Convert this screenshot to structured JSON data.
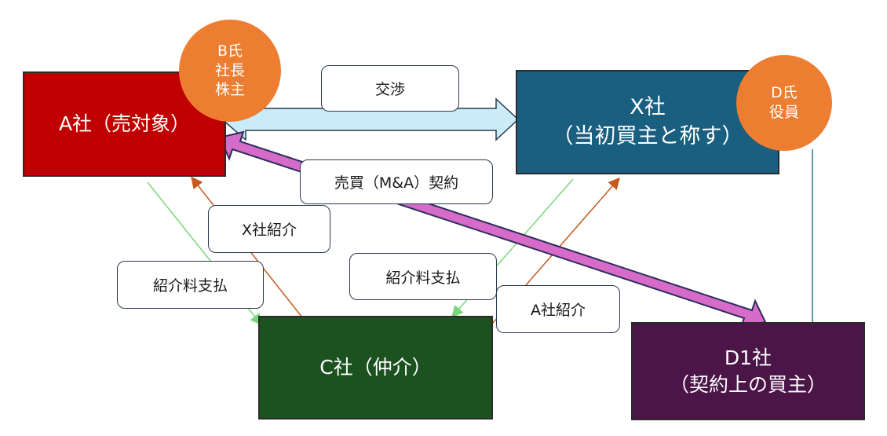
{
  "entities": {
    "a": {
      "label": "A社（売対象）",
      "color": "#c00000"
    },
    "x": {
      "line1": "X社",
      "line2": "（当初買主と称す）",
      "color": "#1a5e80"
    },
    "c": {
      "label": "C社（仲介）",
      "color": "#1b5220"
    },
    "d1": {
      "line1": "D1社",
      "line2": "（契約上の買主）",
      "color": "#4b1548"
    }
  },
  "persons": {
    "b": {
      "line1": "B氏",
      "line2": "社長",
      "line3": "株主",
      "color": "#ed7d31"
    },
    "d": {
      "line1": "D氏",
      "line2": "役員",
      "color": "#ed7d31"
    }
  },
  "relations": {
    "negotiation": "交渉",
    "sale_contract": "売買（M&A）契約",
    "intro_x": "X社紹介",
    "fee_a": "紹介料支払",
    "fee_x": "紹介料支払",
    "intro_a": "A社紹介"
  },
  "arrow_colors": {
    "negotiation_fill": "#c9ecf8",
    "contract_fill": "#d66bc9",
    "fee_line": "#7ad67a",
    "intro_line": "#c55a1e",
    "connector": "#2a7d8c"
  }
}
